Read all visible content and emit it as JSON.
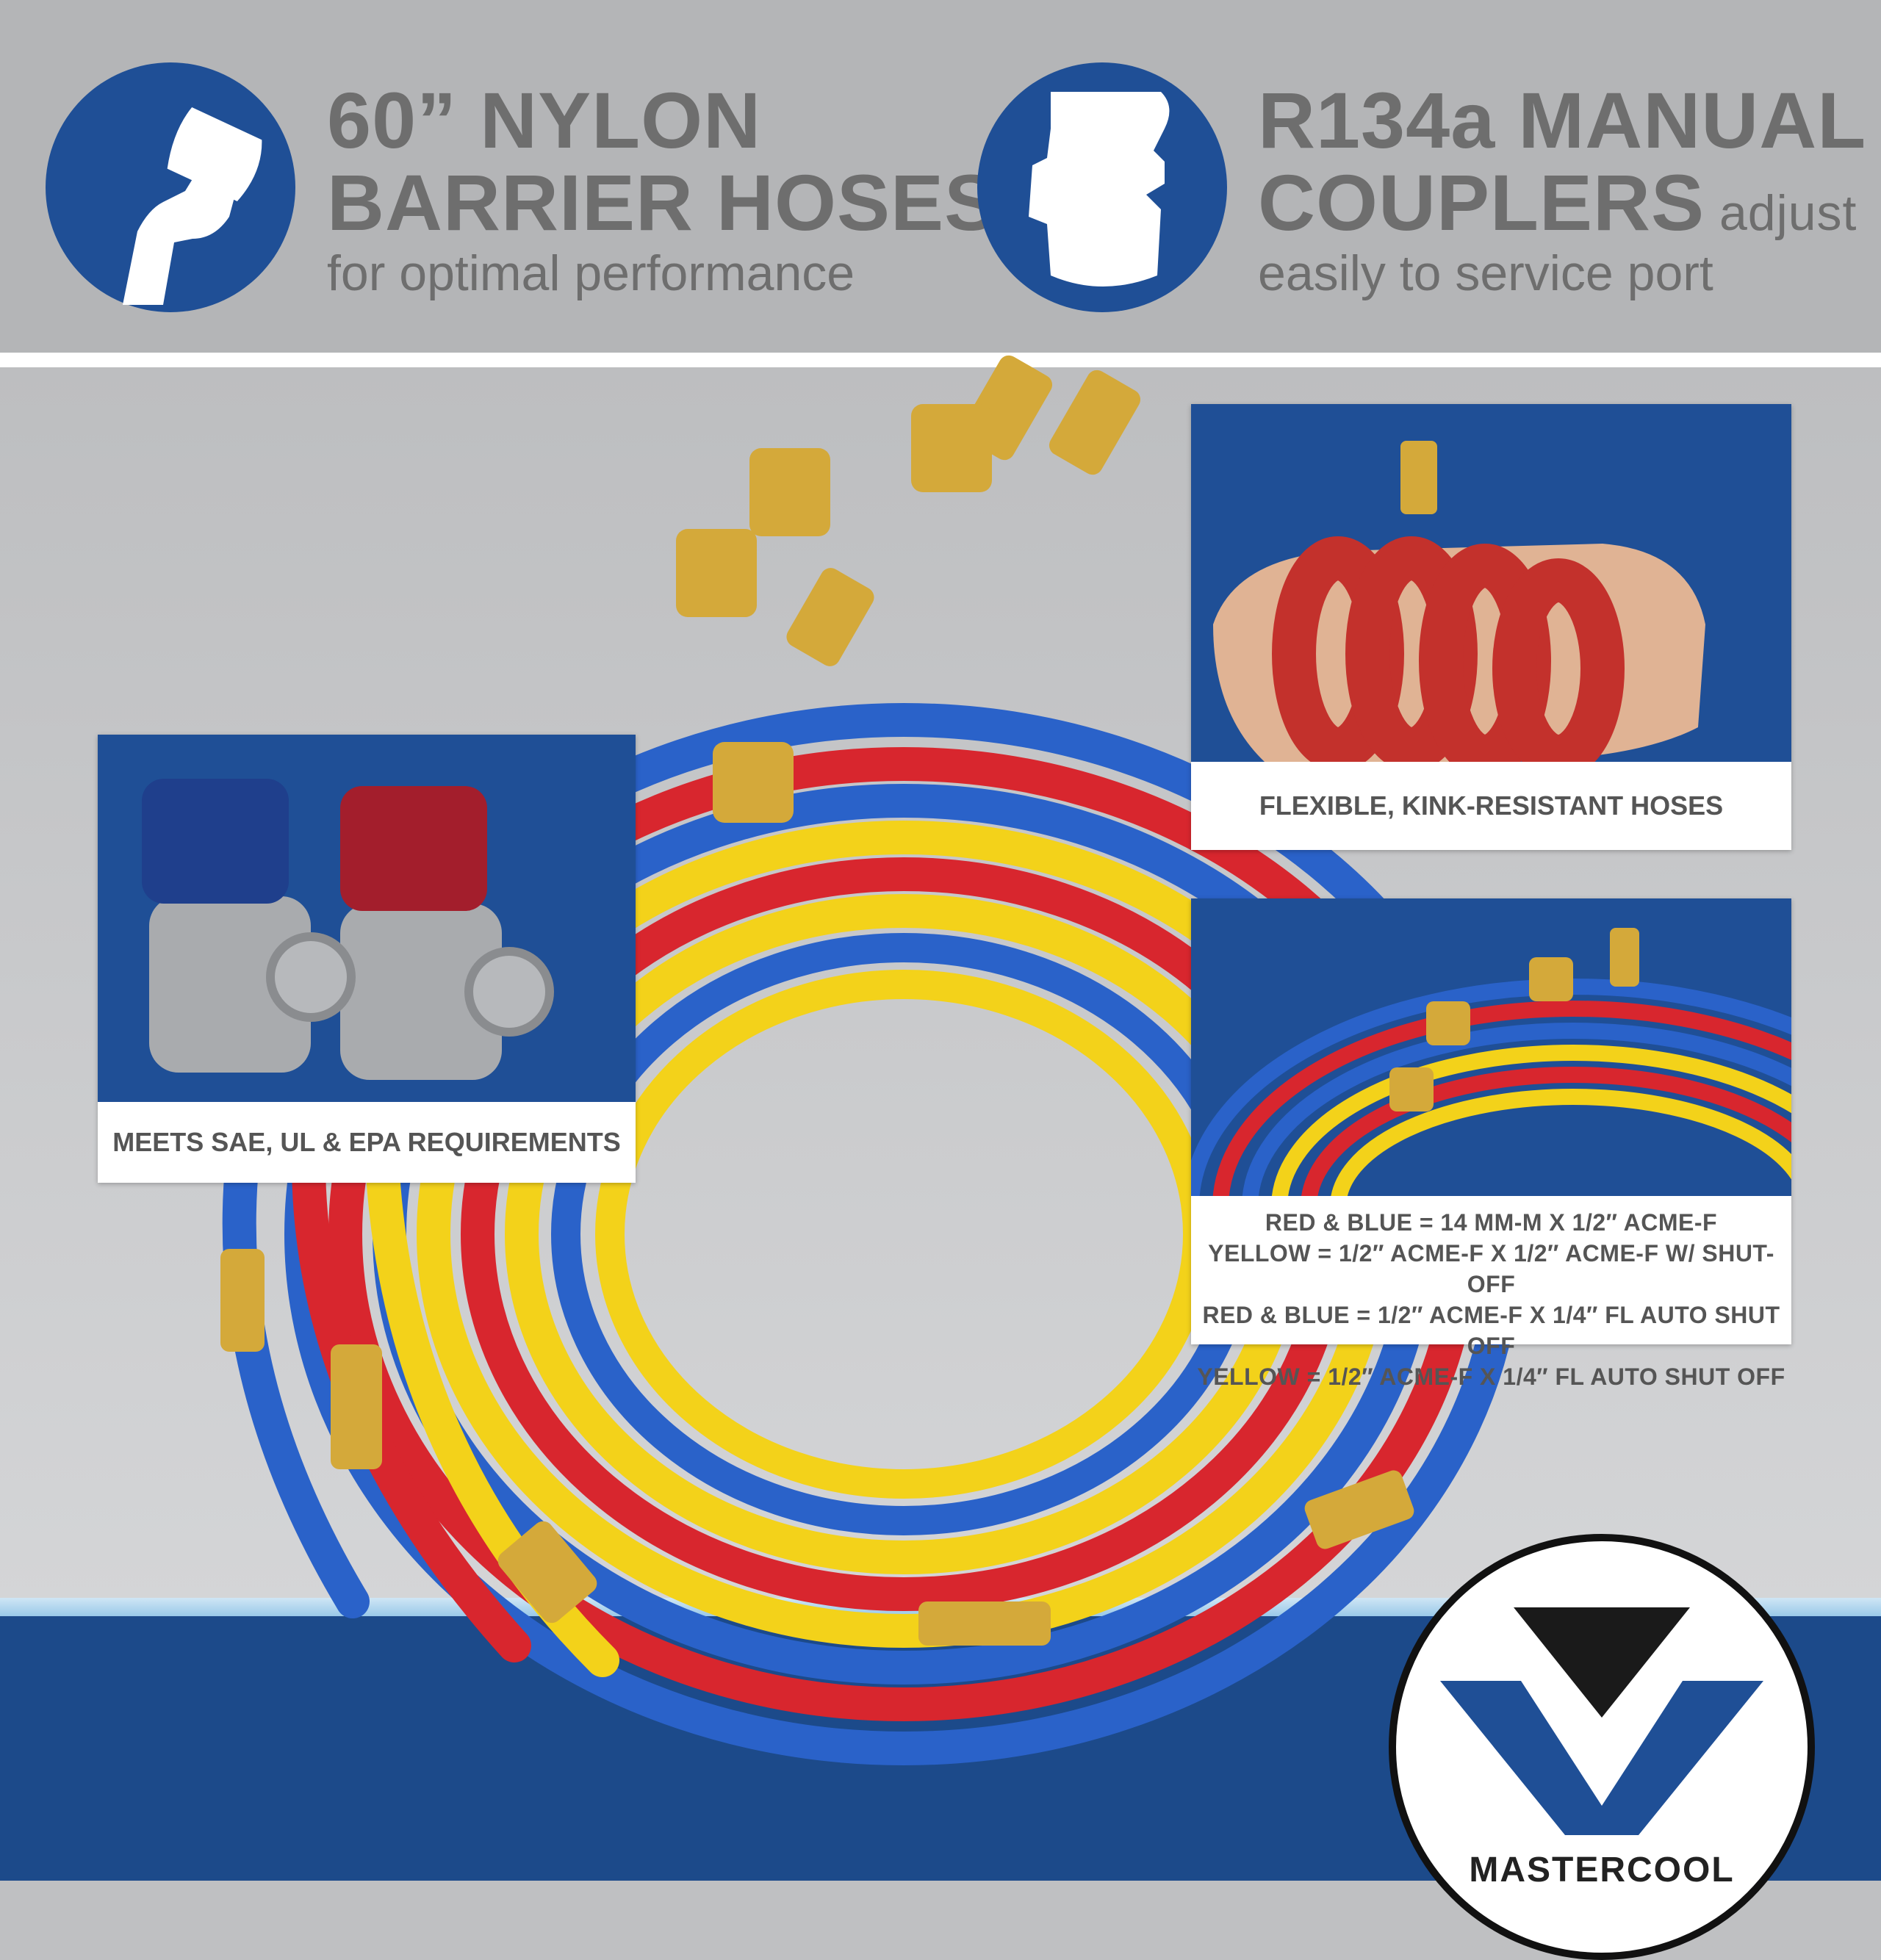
{
  "feature_left": {
    "title_line1": "60” NYLON",
    "title_line2": "BARRIER HOSES",
    "subtitle": "for optimal performance",
    "icon": "hose-fitting-icon"
  },
  "feature_right": {
    "title_line1": "R134a MANUAL",
    "title_line2": "COUPLERS",
    "title_suffix": " adjust",
    "subtitle": "easily to service port",
    "icon": "coupler-icon"
  },
  "panels": {
    "couplers_caption": "MEETS SAE, UL & EPA REQUIREMENTS",
    "flex_caption": "FLEXIBLE, KINK-RESISTANT HOSES",
    "specs": [
      "RED & BLUE = 14 MM-M X 1/2″ ACME-F",
      "YELLOW = 1/2″ ACME-F X 1/2″ ACME-F W/ SHUT-OFF",
      "RED & BLUE = 1/2″ ACME-F X 1/4″ FL AUTO SHUT OFF",
      "YELLOW =  1/2″ ACME-F X 1/4″ FL AUTO SHUT OFF"
    ]
  },
  "brand": {
    "name": "MASTERCOOL",
    "accent": "#1f4f96"
  },
  "colors": {
    "hose_blue": "#2a62c9",
    "hose_red": "#d8262e",
    "hose_yellow": "#f3d21a",
    "brass": "#d4a93a"
  }
}
